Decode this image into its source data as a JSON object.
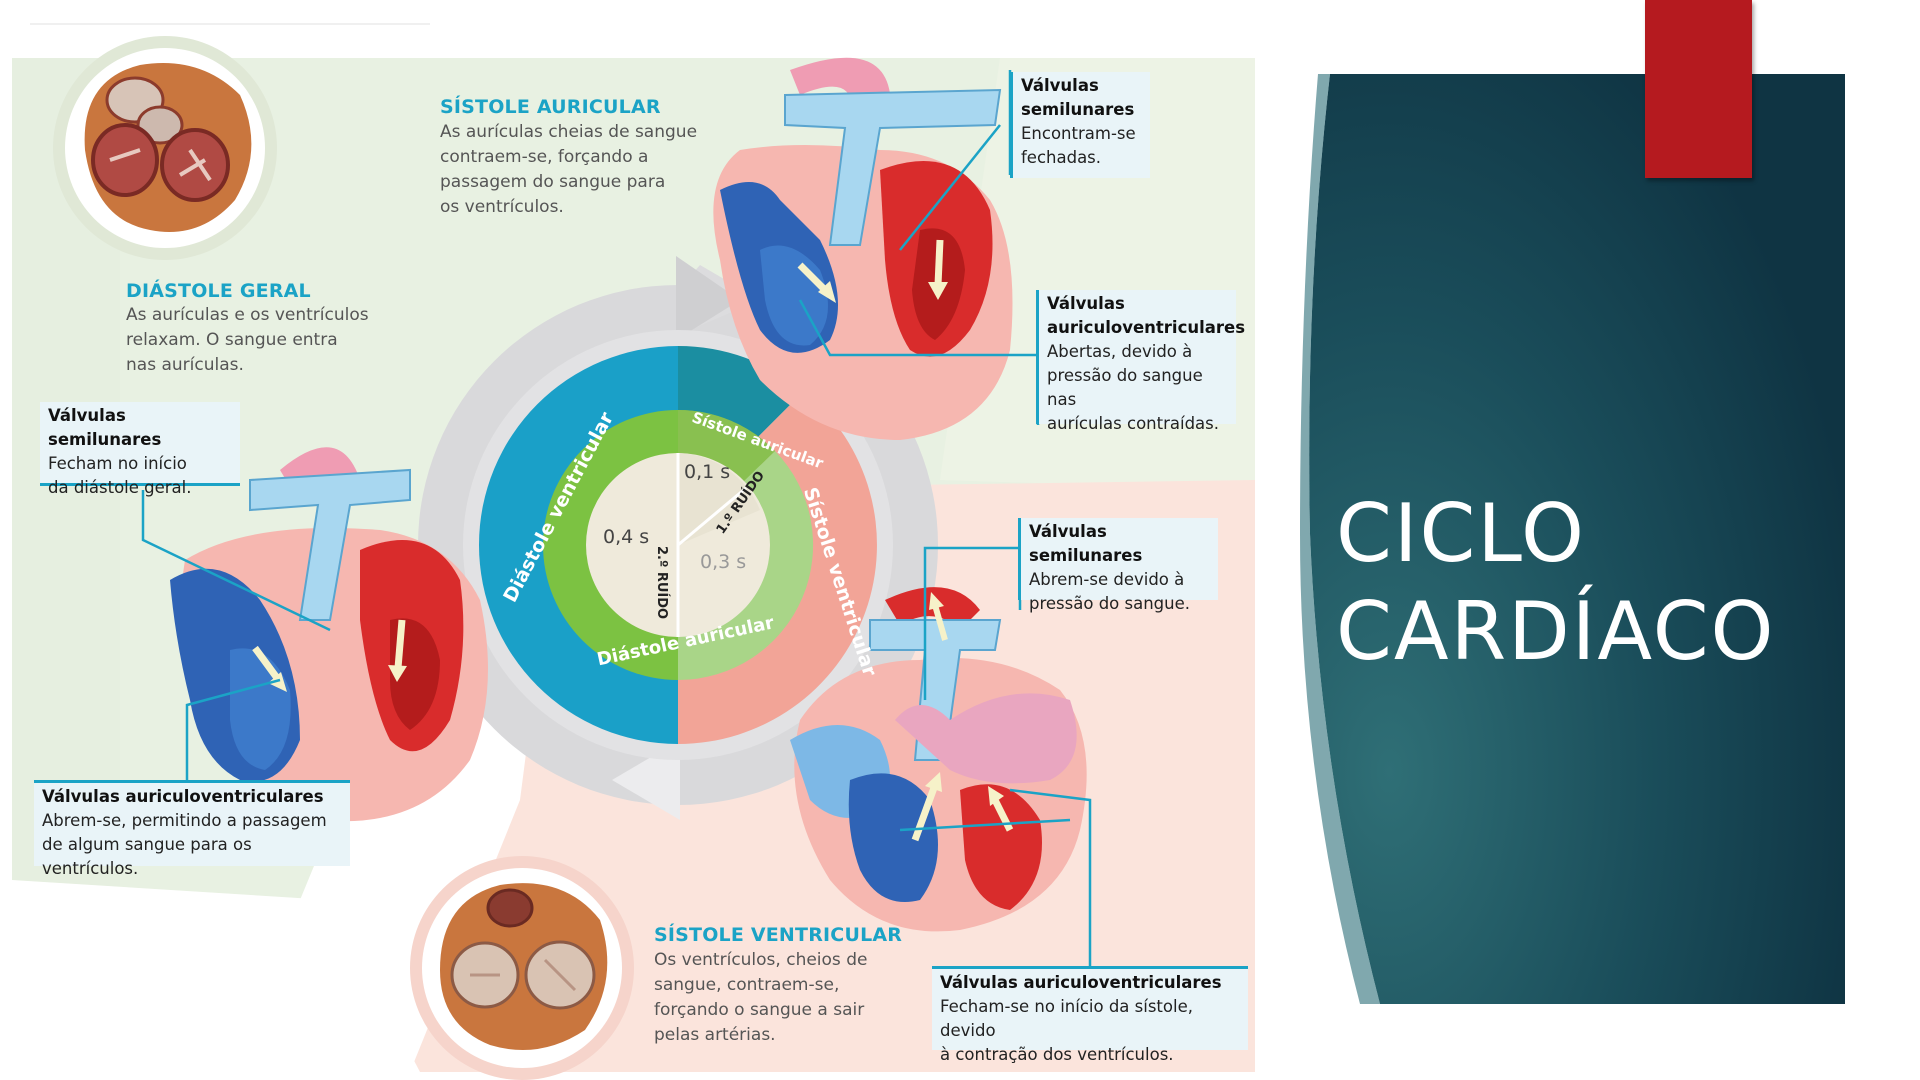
{
  "slide": {
    "title_lines": [
      "CICLO",
      "CARDÍACO"
    ],
    "colors": {
      "title_panel": "#123e4c",
      "title_panel_light": "#2b6e78",
      "accent_tab": "#b51a1f",
      "heading": "#1ba3c6"
    }
  },
  "infographic": {
    "sistole_auricular": {
      "title": "SÍSTOLE AURICULAR",
      "lines": [
        "As aurículas cheias de sangue",
        "contraem-se, forçando a",
        "passagem do sangue para",
        "os ventrículos."
      ]
    },
    "diastole_geral": {
      "title": "DIÁSTOLE GERAL",
      "lines": [
        "As aurículas e os ventrículos",
        "relaxam. O sangue entra",
        "nas aurículas."
      ]
    },
    "sistole_ventricular": {
      "title": "SÍSTOLE VENTRICULAR",
      "lines": [
        "Os ventrículos, cheios de",
        "sangue, contraem-se,",
        "forçando o sangue a sair",
        "pelas artérias."
      ]
    },
    "callouts": {
      "top_semilunar": {
        "title_lines": [
          "Válvulas",
          "semilunares"
        ],
        "body_lines": [
          "Encontram-se",
          "fechadas."
        ]
      },
      "top_av": {
        "title_lines": [
          "Válvulas",
          "auriculoventriculares"
        ],
        "body_lines": [
          "Abertas, devido à",
          "pressão do sangue nas",
          "aurículas contraídas."
        ]
      },
      "left_semilunar": {
        "title_lines": [
          "Válvulas semilunares"
        ],
        "body_lines": [
          "Fecham no início",
          "da diástole geral."
        ]
      },
      "left_av": {
        "title_lines": [
          "Válvulas auriculoventriculares"
        ],
        "body_lines": [
          "Abrem-se, permitindo a passagem",
          "de algum sangue para os ventrículos."
        ]
      },
      "right_semilunar": {
        "title_lines": [
          "Válvulas semilunares"
        ],
        "body_lines": [
          "Abrem-se devido à",
          "pressão do sangue."
        ]
      },
      "bottom_av": {
        "title_lines": [
          "Válvulas auriculoventriculares"
        ],
        "body_lines": [
          "Fecham-se no início da sístole, devido",
          "à contração dos ventrículos."
        ]
      }
    },
    "cycle_diagram": {
      "outer_ring": {
        "left_label": "Diástole ventricular",
        "right_label": "Sístole ventricular"
      },
      "middle_ring": {
        "top_label": "Sístole auricular",
        "bottom_label": "Diástole auricular"
      },
      "times": {
        "left": "0,4 s",
        "top_right": "0,1 s",
        "bottom_right": "0,3 s"
      },
      "sounds": {
        "first": "1.º RUÍDO",
        "second": "2.º RUÍDO"
      },
      "colors": {
        "blue_ring": "#1aa0c8",
        "green_ring": "#7cc242",
        "pink_ring": "#f2a497",
        "grey_ring": "#d9d9db",
        "center": "#efeadb"
      }
    },
    "icons": [
      "heart-top-icon",
      "heart-left-icon",
      "heart-bottom-icon",
      "valve-cross-section-top-icon",
      "valve-cross-section-bottom-icon",
      "cycle-arrow-icon"
    ]
  }
}
